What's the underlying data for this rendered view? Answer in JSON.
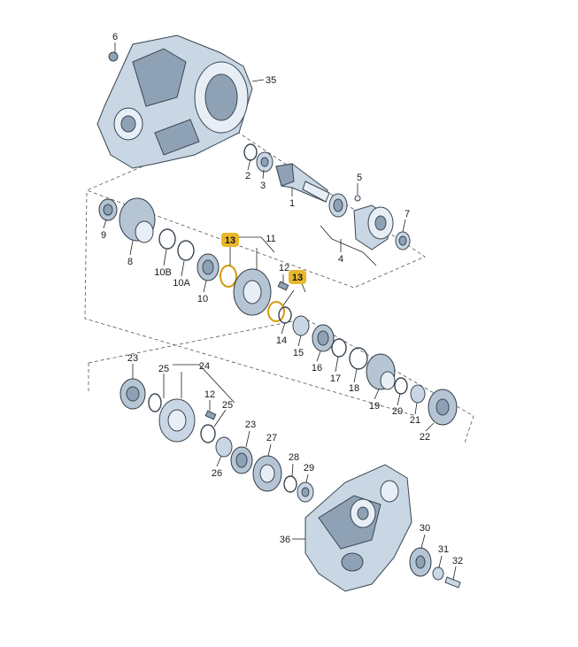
{
  "callouts": [
    {
      "id": "c6",
      "text": "6"
    },
    {
      "id": "c35",
      "text": "35"
    },
    {
      "id": "c2",
      "text": "2"
    },
    {
      "id": "c3",
      "text": "3"
    },
    {
      "id": "c5",
      "text": "5"
    },
    {
      "id": "c1",
      "text": "1"
    },
    {
      "id": "c7",
      "text": "7"
    },
    {
      "id": "c4",
      "text": "4"
    },
    {
      "id": "c9",
      "text": "9"
    },
    {
      "id": "c8",
      "text": "8"
    },
    {
      "id": "c10B",
      "text": "10B"
    },
    {
      "id": "c10A",
      "text": "10A"
    },
    {
      "id": "c10",
      "text": "10"
    },
    {
      "id": "c11",
      "text": "11"
    },
    {
      "id": "c12a",
      "text": "12"
    },
    {
      "id": "c14",
      "text": "14"
    },
    {
      "id": "c15",
      "text": "15"
    },
    {
      "id": "c16",
      "text": "16"
    },
    {
      "id": "c17",
      "text": "17"
    },
    {
      "id": "c18",
      "text": "18"
    },
    {
      "id": "c19",
      "text": "19"
    },
    {
      "id": "c20",
      "text": "20"
    },
    {
      "id": "c21",
      "text": "21"
    },
    {
      "id": "c22",
      "text": "22"
    },
    {
      "id": "c23a",
      "text": "23"
    },
    {
      "id": "c25a",
      "text": "25"
    },
    {
      "id": "c24",
      "text": "24"
    },
    {
      "id": "c12b",
      "text": "12"
    },
    {
      "id": "c25b",
      "text": "25"
    },
    {
      "id": "c23b",
      "text": "23"
    },
    {
      "id": "c26",
      "text": "26"
    },
    {
      "id": "c27",
      "text": "27"
    },
    {
      "id": "c28",
      "text": "28"
    },
    {
      "id": "c29",
      "text": "29"
    },
    {
      "id": "c36",
      "text": "36"
    },
    {
      "id": "c30",
      "text": "30"
    },
    {
      "id": "c31",
      "text": "31"
    },
    {
      "id": "c32",
      "text": "32"
    }
  ],
  "highlighted": [
    {
      "id": "h13a",
      "text": "13"
    },
    {
      "id": "h13b",
      "text": "13"
    }
  ],
  "colors": {
    "highlight": "#e9b72a",
    "metal": "#c9d6e3"
  }
}
